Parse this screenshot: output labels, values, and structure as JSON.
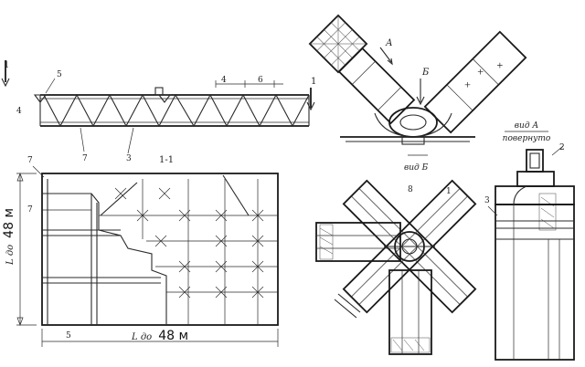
{
  "labels": {
    "section_mark": "1",
    "section_title": "1-1",
    "truss_node_5": "5",
    "truss_node_4": "4",
    "truss_node_7": "7",
    "truss_node_3": "3",
    "truss_node_6": "6",
    "truss_left": "4",
    "plan_corner": "7",
    "plan_left": "7",
    "plan_bottom_index": "5",
    "dim_height_prefix": "L до",
    "dim_height_value": "48 м",
    "dim_width_prefix": "L до",
    "dim_width_value": "48 м",
    "view_a_arrow": "А",
    "view_b_arrow": "Б",
    "view_b_caption": "вид Б",
    "view_a_caption_1": "вид А",
    "view_a_caption_2": "повернуто",
    "top_node_index": "8",
    "side_index_3": "3",
    "side_index_2": "2",
    "star_top_index": "8",
    "star_side_index": "1"
  }
}
